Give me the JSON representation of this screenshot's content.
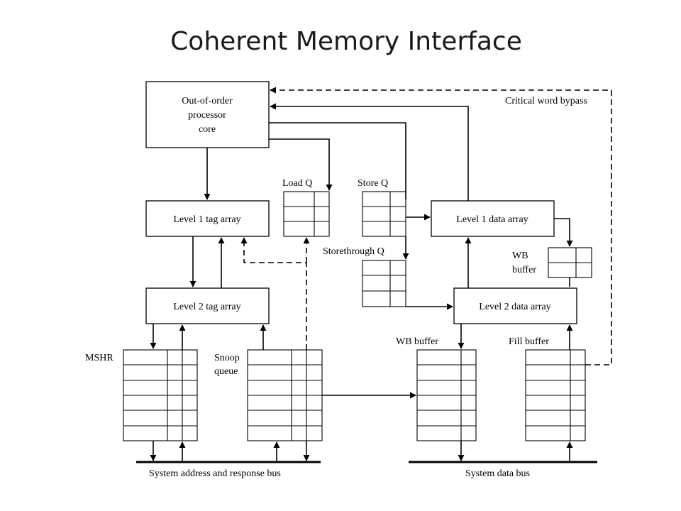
{
  "title": "Coherent Memory Interface",
  "components": {
    "core": [
      "Out-of-order",
      "processor",
      "core"
    ],
    "l1_tag": "Level 1 tag array",
    "l2_tag": "Level 2 tag array",
    "l1_data": "Level 1 data array",
    "l2_data": "Level 2 data array"
  },
  "queues": {
    "load_q": "Load Q",
    "store_q": "Store Q",
    "storethrough_q": "Storethrough Q",
    "wb_buffer_small": [
      "WB",
      "buffer"
    ],
    "mshr": "MSHR",
    "snoop_queue": [
      "Snoop",
      "queue"
    ],
    "wb_buffer": "WB buffer",
    "fill_buffer": "Fill buffer"
  },
  "paths": {
    "critical_word_bypass": "Critical word bypass"
  },
  "buses": {
    "address_bus": "System address and response bus",
    "data_bus": "System data bus"
  }
}
